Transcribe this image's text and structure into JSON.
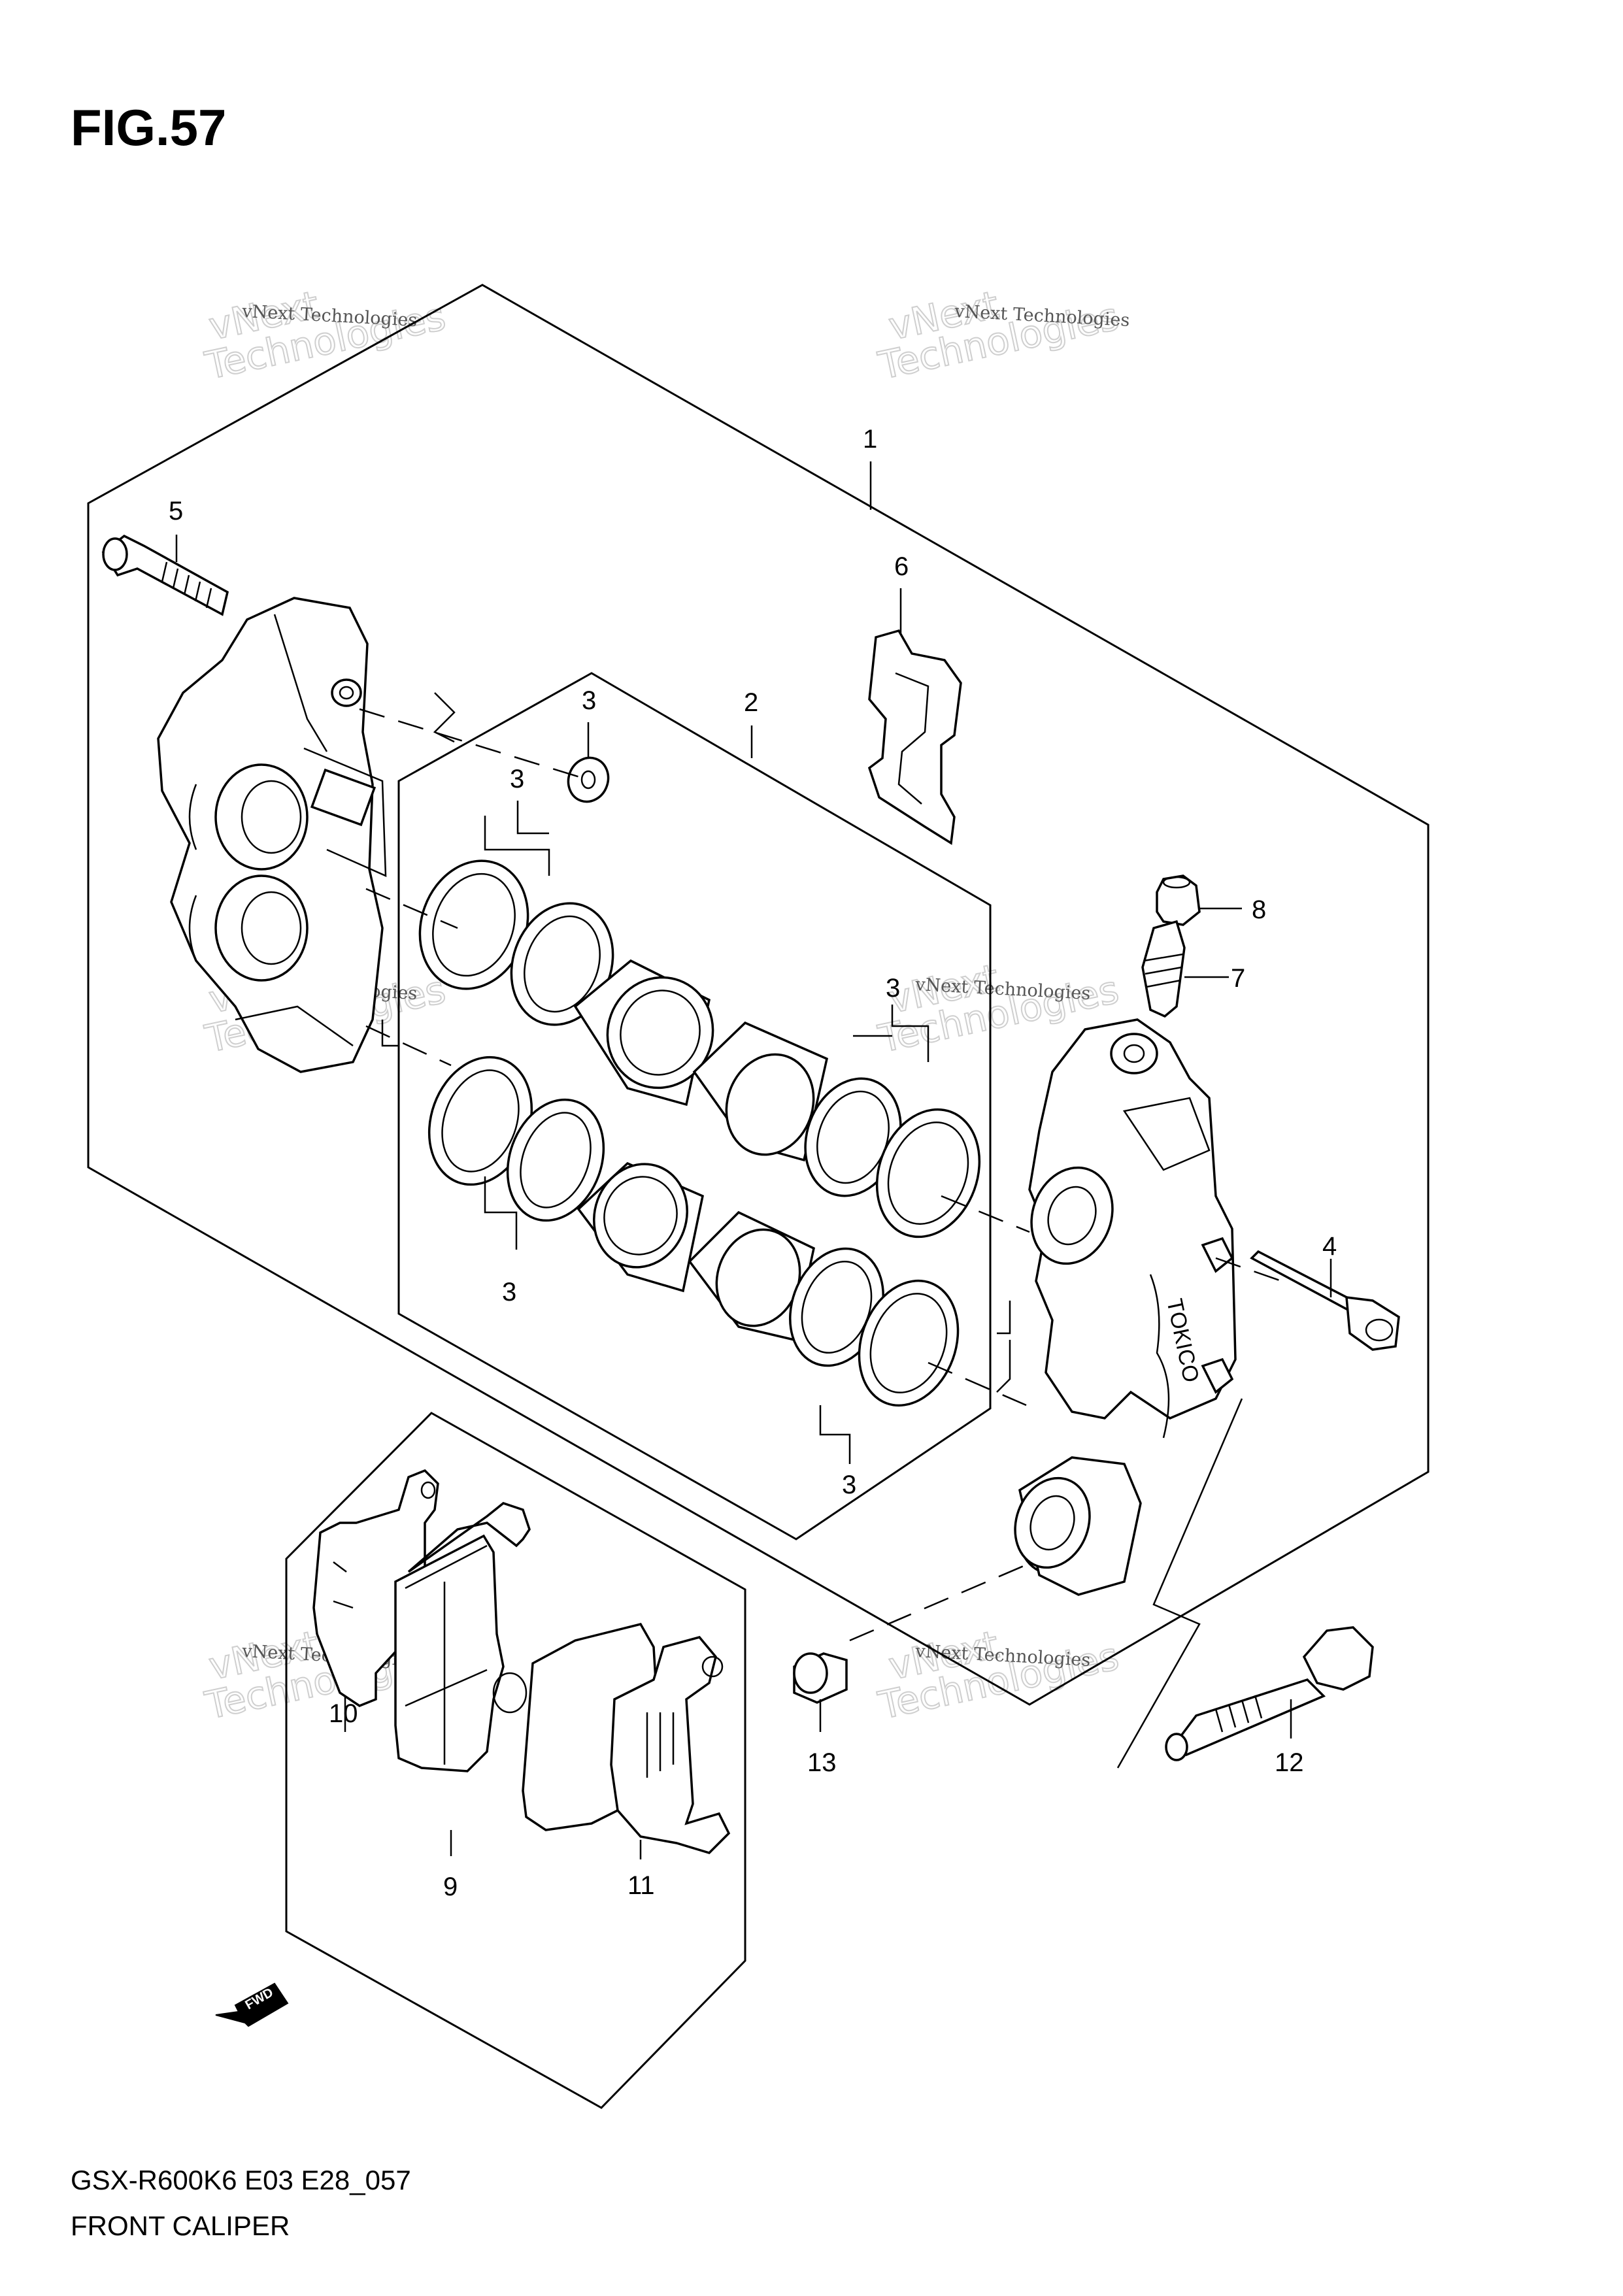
{
  "figure": {
    "title": "FIG.57"
  },
  "caption": {
    "model_code": "GSX-R600K6 E03 E28_057",
    "name": "FRONT CALIPER"
  },
  "watermark": {
    "line": "vNext Technologies",
    "big_word_1": "vNext",
    "big_word_2": "Technologies"
  },
  "fwd_label": "FWD",
  "callouts": [
    "1",
    "2",
    "3",
    "3",
    "3",
    "3",
    "3",
    "4",
    "5",
    "6",
    "7",
    "8",
    "9",
    "10",
    "11",
    "12",
    "13"
  ]
}
